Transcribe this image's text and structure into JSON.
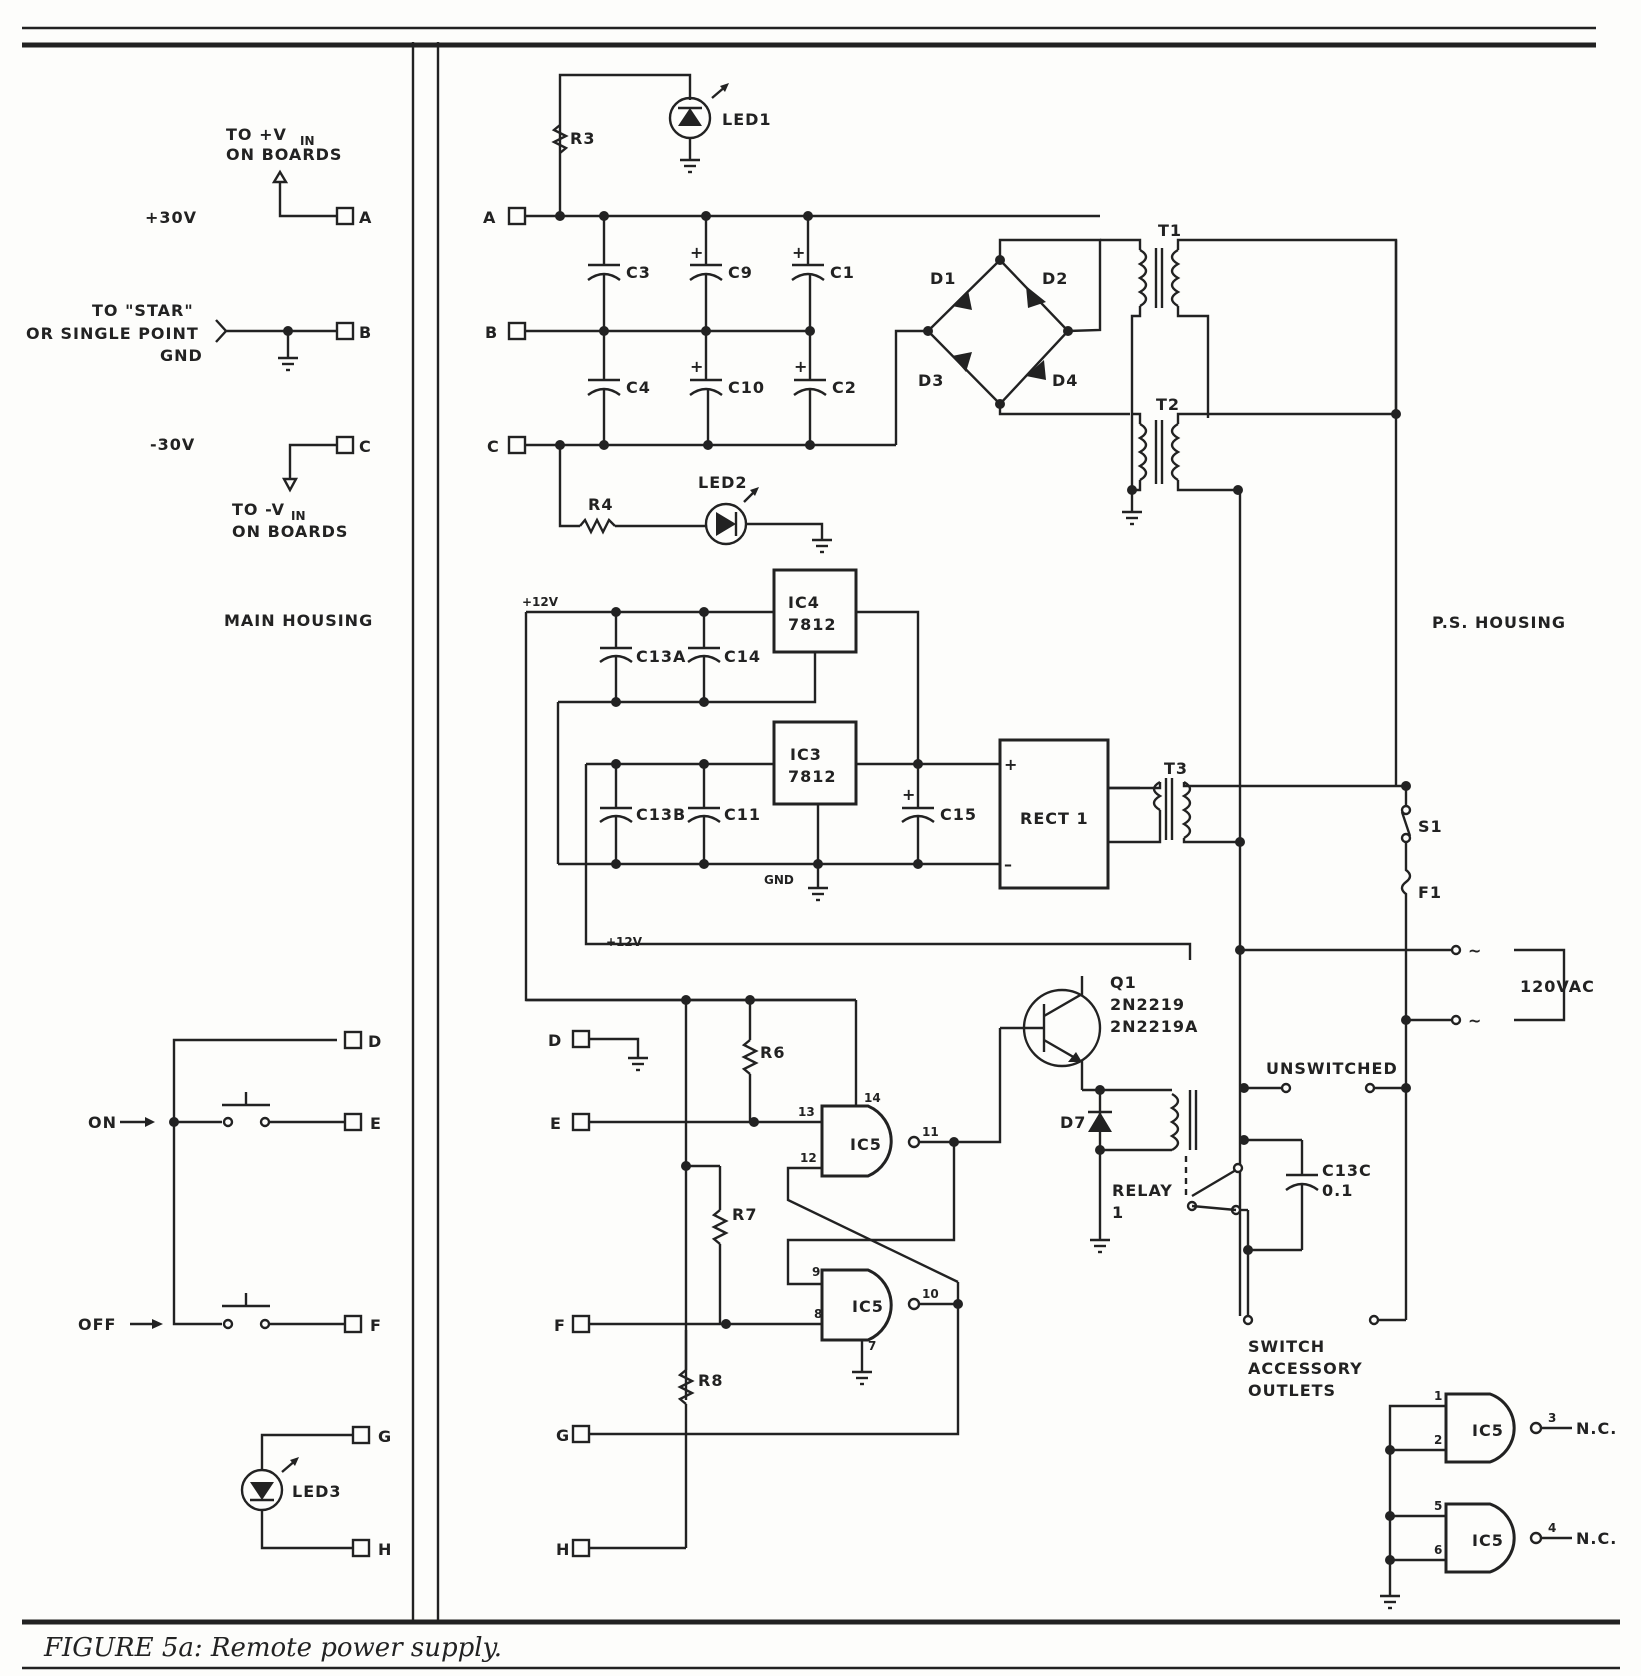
{
  "figure": {
    "caption": "FIGURE 5a: Remote power supply."
  },
  "main_housing": {
    "title": "MAIN HOUSING",
    "to_vin_plus": [
      "TO +V",
      "IN",
      "ON BOARDS"
    ],
    "plus30": "+30V",
    "star_gnd": [
      "TO \"STAR\"",
      "OR SINGLE POINT",
      "GND"
    ],
    "minus30": "-30V",
    "to_vin_minus": [
      "TO -V",
      "IN",
      "ON BOARDS"
    ],
    "on": "ON",
    "off": "OFF",
    "led3": "LED3",
    "terminals": [
      "A",
      "B",
      "C",
      "D",
      "E",
      "F",
      "G",
      "H"
    ]
  },
  "ps_housing": {
    "title": "P.S. HOUSING",
    "terminals": [
      "A",
      "B",
      "C",
      "D",
      "E",
      "F",
      "G",
      "H"
    ],
    "components": {
      "r3": "R3",
      "led1": "LED1",
      "r4": "R4",
      "led2": "LED2",
      "c3": "C3",
      "c9": "C9",
      "c1": "C1",
      "c4": "C4",
      "c10": "C10",
      "c2": "C2",
      "d1": "D1",
      "d2": "D2",
      "d3": "D3",
      "d4": "D4",
      "t1": "T1",
      "t2": "T2",
      "t3": "T3",
      "ic4": [
        "IC4",
        "7812"
      ],
      "ic3": [
        "IC3",
        "7812"
      ],
      "c13a": "C13A",
      "c14": "C14",
      "c13b": "C13B",
      "c11": "C11",
      "c15": "C15",
      "rect1": "RECT 1",
      "gnd": "GND",
      "plus12_a": "+12V",
      "plus12_b": "+12V",
      "q1": [
        "Q1",
        "2N2219",
        "2N2219A"
      ],
      "r6": "R6",
      "r7": "R7",
      "r8": "R8",
      "d7": "D7",
      "relay": [
        "RELAY",
        "1"
      ],
      "c13c": [
        "C13C",
        "0.1"
      ],
      "s1": "S1",
      "f1": "F1",
      "ac": "120VAC",
      "tilde": "~",
      "unswitched": "UNSWITCHED",
      "switch_outlets": [
        "SWITCH",
        "ACCESSORY",
        "OUTLETS"
      ],
      "ic5": "IC5",
      "nc": "N.C.",
      "pins": [
        "13",
        "12",
        "14",
        "11",
        "9",
        "8",
        "7",
        "10",
        "1",
        "2",
        "3",
        "5",
        "6",
        "4"
      ],
      "plus": "+",
      "minus": "–"
    }
  }
}
